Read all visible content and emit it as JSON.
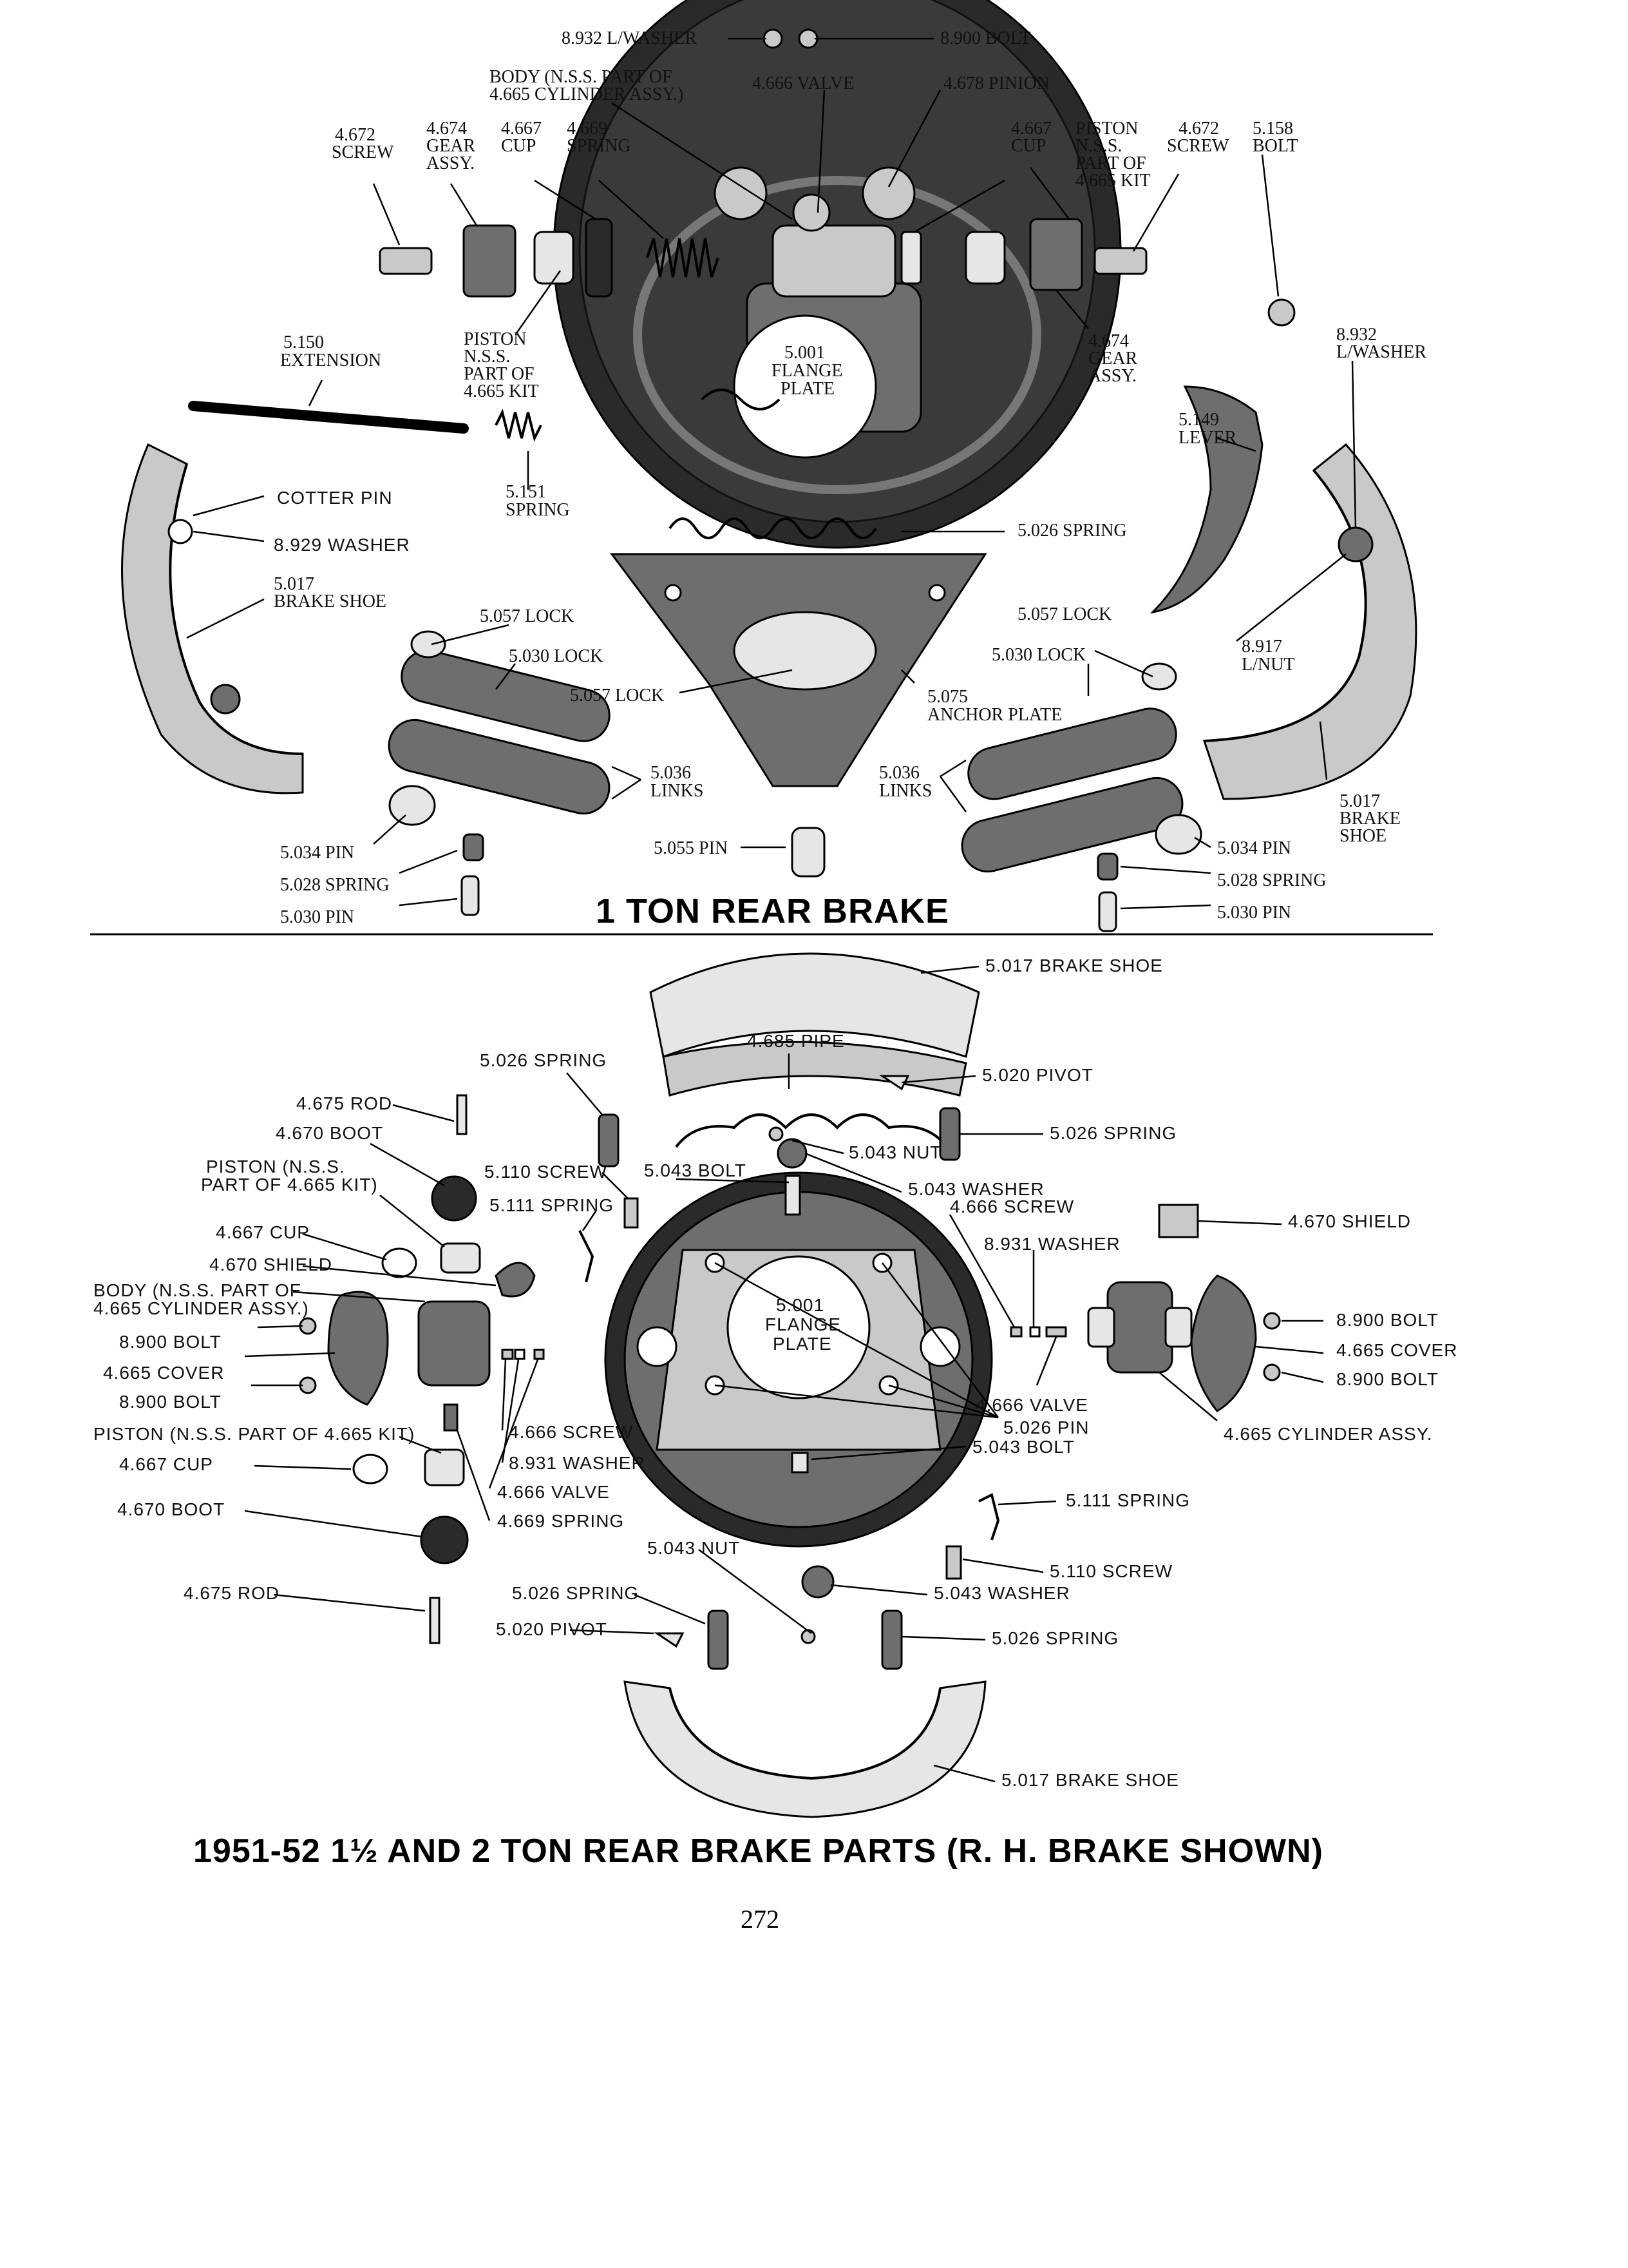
{
  "section1": {
    "title": "1 TON REAR BRAKE",
    "labels": {
      "lwasher_top": "8.932 L/WASHER",
      "bolt_top": "8.900 BOLT",
      "body_1": "BODY (N.S.S. PART OF",
      "body_2": "4.665 CYLINDER ASSY.)",
      "valve": "4.666 VALVE",
      "pinion": "4.678 PINION",
      "screw_l_1": "4.672",
      "screw_l_2": "SCREW",
      "gear_l_1": "4.674",
      "gear_l_2": "GEAR",
      "gear_l_3": "ASSY.",
      "cup_l_1": "4.667",
      "cup_l_2": "CUP",
      "spring_1": "4.669",
      "spring_2": "SPRING",
      "cup_r_1": "4.667",
      "cup_r_2": "CUP",
      "piston_r_1": "PISTON",
      "piston_r_2": "N.S.S.",
      "piston_r_3": "PART OF",
      "piston_r_4": "4.665 KIT",
      "screw_r_1": "4.672",
      "screw_r_2": "SCREW",
      "bolt_r_1": "5.158",
      "bolt_r_2": "BOLT",
      "extension_1": "5.150",
      "extension_2": "EXTENSION",
      "piston_l_1": "PISTON",
      "piston_l_2": "N.S.S.",
      "piston_l_3": "PART OF",
      "piston_l_4": "4.665 KIT",
      "flange_1": "5.001",
      "flange_2": "FLANGE",
      "flange_3": "PLATE",
      "gear_r_1": "4.674",
      "gear_r_2": "GEAR",
      "gear_r_3": "ASSY.",
      "lwasher_r_1": "8.932",
      "lwasher_r_2": "L/WASHER",
      "lever_1": "5.149",
      "lever_2": "LEVER",
      "spring151_1": "5.151",
      "spring151_2": "SPRING",
      "cotter": "COTTER PIN",
      "washer929": "8.929 WASHER",
      "spring026": "5.026 SPRING",
      "shoe_l_1": "5.017",
      "shoe_l_2": "BRAKE SHOE",
      "lock057_l": "5.057 LOCK",
      "lock030_l": "5.030 LOCK",
      "lock057_c": "5.057 LOCK",
      "lock057_r": "5.057 LOCK",
      "lock030_r": "5.030 LOCK",
      "anchor_1": "5.075",
      "anchor_2": "ANCHOR PLATE",
      "lnut_1": "8.917",
      "lnut_2": "L/NUT",
      "links_l_1": "5.036",
      "links_l_2": "LINKS",
      "links_r_1": "5.036",
      "links_r_2": "LINKS",
      "shoe_r_1": "5.017",
      "shoe_r_2": "BRAKE",
      "shoe_r_3": "SHOE",
      "pin034_l": "5.034 PIN",
      "spring028_l": "5.028 SPRING",
      "pin030_l": "5.030 PIN",
      "pin055": "5.055 PIN",
      "pin034_r": "5.034 PIN",
      "spring028_r": "5.028 SPRING",
      "pin030_r": "5.030 PIN"
    }
  },
  "section2": {
    "title": "1951-52 1½ AND 2 TON REAR BRAKE PARTS (R. H. BRAKE SHOWN)",
    "labels": {
      "shoe_top": "5.017 BRAKE SHOE",
      "pipe": "4.685 PIPE",
      "spring_tl": "5.026 SPRING",
      "pivot_top": "5.020 PIVOT",
      "rod_top": "4.675 ROD",
      "spring_tr": "5.026 SPRING",
      "boot_top": "4.670 BOOT",
      "nut_top": "5.043 NUT",
      "screw110_top": "5.110 SCREW",
      "bolt043_top": "5.043 BOLT",
      "piston_top_1": "PISTON (N.S.S.",
      "piston_top_2": "PART OF 4.665 KIT)",
      "washer043_top": "5.043 WASHER",
      "spring111_top": "5.111 SPRING",
      "screw666_top": "4.666 SCREW",
      "shield_r": "4.670 SHIELD",
      "cup_top": "4.667 CUP",
      "washer931_top": "8.931 WASHER",
      "shield_l": "4.670 SHIELD",
      "body_1": "BODY (N.S.S. PART OF",
      "body_2": "4.665 CYLINDER ASSY.)",
      "bolt900_l1": "8.900 BOLT",
      "cover_l": "4.665 COVER",
      "bolt900_l2": "8.900 BOLT",
      "flange_1": "5.001",
      "flange_2": "FLANGE",
      "flange_3": "PLATE",
      "bolt900_r1": "8.900 BOLT",
      "cover_r": "4.665 COVER",
      "bolt900_r2": "8.900 BOLT",
      "valve_r": "4.666 VALVE",
      "pin026": "5.026 PIN",
      "cylinder_r": "4.665 CYLINDER ASSY.",
      "piston_bottom": "PISTON (N.S.S. PART OF 4.665 KIT)",
      "screw666_b": "4.666 SCREW",
      "bolt043_b": "5.043 BOLT",
      "cup_bottom": "4.667 CUP",
      "washer931_b": "8.931 WASHER",
      "valve_b": "4.666 VALVE",
      "spring111_b": "5.111 SPRING",
      "boot_bottom": "4.670 BOOT",
      "spring669": "4.669 SPRING",
      "nut_b": "5.043 NUT",
      "screw110_b": "5.110 SCREW",
      "spring_bl": "5.026 SPRING",
      "washer043_b": "5.043 WASHER",
      "rod_bottom": "4.675 ROD",
      "pivot_bottom": "5.020 PIVOT",
      "spring_br": "5.026 SPRING",
      "shoe_bottom": "5.017 BRAKE SHOE"
    }
  },
  "page_number": "272"
}
